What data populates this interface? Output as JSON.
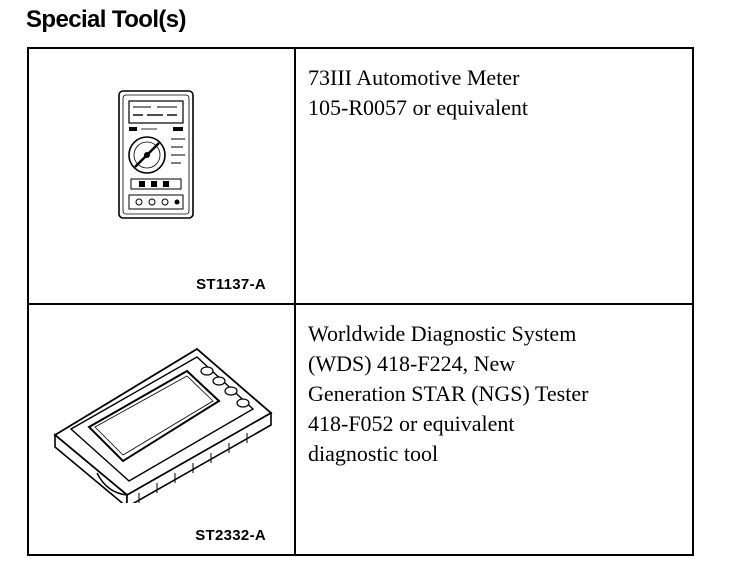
{
  "title": "Special Tool(s)",
  "tools": [
    {
      "figure_code": "ST1137-A",
      "illustration": "multimeter-illustration",
      "description_lines": [
        "73III Automotive Meter",
        "105-R0057 or equivalent"
      ]
    },
    {
      "figure_code": "ST2332-A",
      "illustration": "diagnostic-tester-illustration",
      "description_lines": [
        "Worldwide Diagnostic System",
        "(WDS) 418-F224, New",
        "Generation STAR (NGS) Tester",
        "418-F052 or equivalent",
        "diagnostic tool"
      ]
    }
  ]
}
